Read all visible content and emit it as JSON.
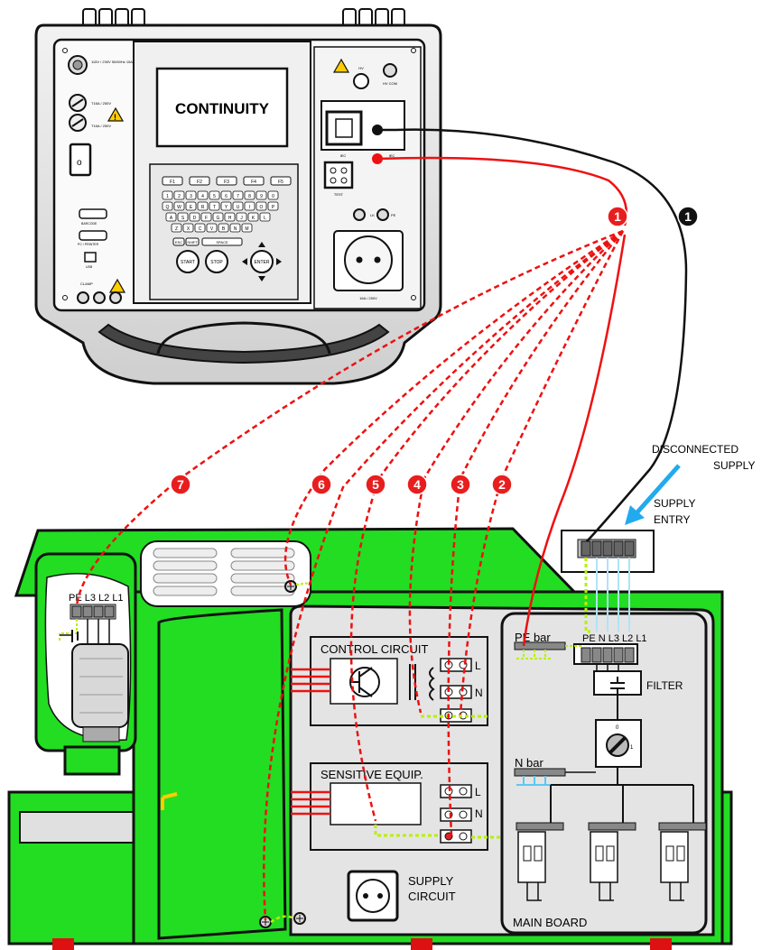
{
  "instrument": {
    "display_text": "CONTINUITY",
    "fkeys": [
      "F1",
      "F2",
      "F3",
      "F4",
      "F5"
    ],
    "key_rows": [
      [
        "1",
        "2",
        "3",
        "4",
        "5",
        "6",
        "7",
        "8",
        "9",
        "0"
      ],
      [
        "Q",
        "W",
        "E",
        "R",
        "T",
        "Y",
        "U",
        "I",
        "O",
        "P"
      ],
      [
        "A",
        "S",
        "D",
        "F",
        "G",
        "H",
        "J",
        "K",
        "L"
      ],
      [
        "Z",
        "X",
        "C",
        "V",
        "B",
        "N",
        "M"
      ]
    ],
    "esc_label": "ESC",
    "shift_label": "SHIFT",
    "space_label": "SPACE",
    "start_label": "START",
    "stop_label": "STOP",
    "enter_label": "ENTER",
    "mains_label": "115V / 230V 50/60Hz 15A",
    "fuse1_label": "T16A / 250V",
    "fuse2_label": "T16A / 250V",
    "barcode_label": "BARCODE",
    "printer_label": "PC / PRINTER",
    "usb_label": "USB",
    "clamp_label": "CLAMP",
    "hv_label": "HV",
    "hvcom_label": "HV COM",
    "iec_in_label": "IEC",
    "iec_out_label": "IEC",
    "test_label": "TEST",
    "socket_label": "16A / 250V",
    "lk_label": "LK",
    "pe_label": "PE"
  },
  "probe_markers": {
    "red_source": "1",
    "black_source": "1",
    "points": [
      "7",
      "6",
      "5",
      "4",
      "3",
      "2"
    ]
  },
  "labels": {
    "disconnected_supply_line1": "DISCONNECTED",
    "disconnected_supply_line2": "SUPPLY",
    "supply_entry_line1": "SUPPLY",
    "supply_entry_line2": "ENTRY",
    "control_circuit": "CONTROL CIRCUIT",
    "sensitive_equip": "SENSITIVE EQUIP.",
    "supply_circuit_line1": "SUPPLY",
    "supply_circuit_line2": "CIRCUIT",
    "main_board": "MAIN BOARD",
    "filter": "FILTER",
    "pe_bar": "PE bar",
    "n_bar": "N bar",
    "terminal_header": "PE N L3 L2 L1",
    "motor_terminals": "PE L3 L2 L1",
    "l_label_1": "L",
    "n_label_1": "N",
    "l_label_2": "L",
    "n_label_2": "N",
    "switch_0": "0",
    "switch_1": "1"
  },
  "colors": {
    "machine_green": "#22dd22",
    "cabinet_grey": "#e4e4e4",
    "probe_red": "#ee1111",
    "badge_red": "#e81e1e",
    "supply_arrow_blue": "#22aaee",
    "pe_wire": "#b8f000"
  }
}
